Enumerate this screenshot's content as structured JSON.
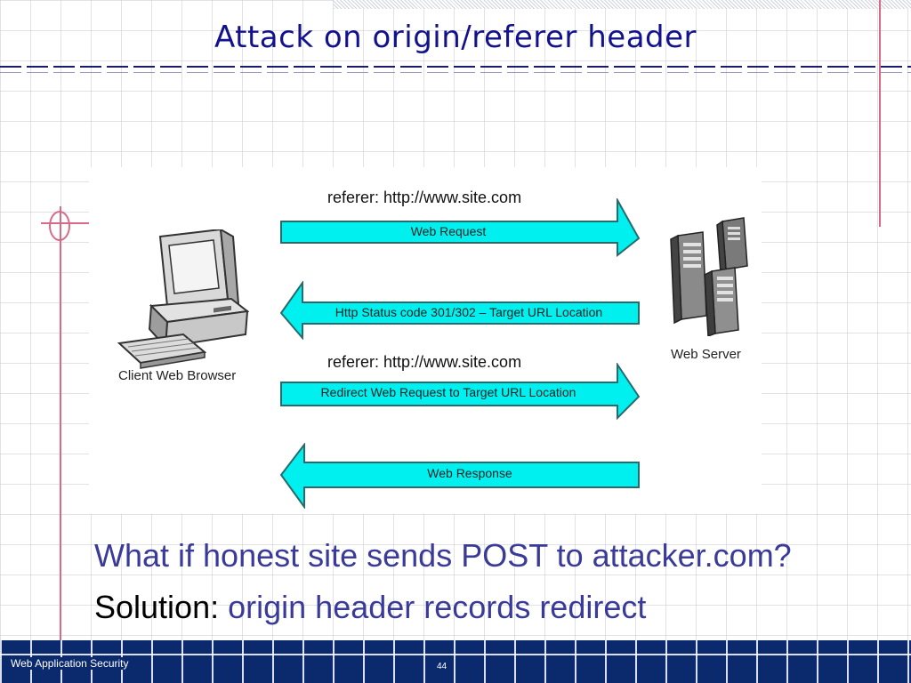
{
  "slide": {
    "title": "Attack on origin/referer header",
    "question": "What if honest site sends POST to attacker.com?",
    "solution_label": "Solution:",
    "solution_text": "origin header records redirect"
  },
  "diagram": {
    "client_label": "Client Web Browser",
    "server_label": "Web Server",
    "referer_1": "referer: http://www.site.com",
    "referer_2": "referer: http://www.site.com",
    "arrows": [
      {
        "label": "Web Request",
        "direction": "right"
      },
      {
        "label": "Http Status code 301/302 – Target URL Location",
        "direction": "left"
      },
      {
        "label": "Redirect Web Request to Target URL Location",
        "direction": "right"
      },
      {
        "label": "Web Response",
        "direction": "left"
      }
    ],
    "arrow_fill": "#00f0f0",
    "arrow_stroke": "#2a6a6a"
  },
  "footer": {
    "course": "Web Application Security",
    "page_number": "44"
  },
  "colors": {
    "title": "#12128e",
    "body_text": "#3a3a99",
    "footer_bg": "#0b2a6e",
    "accent_line": "#d96a86"
  }
}
